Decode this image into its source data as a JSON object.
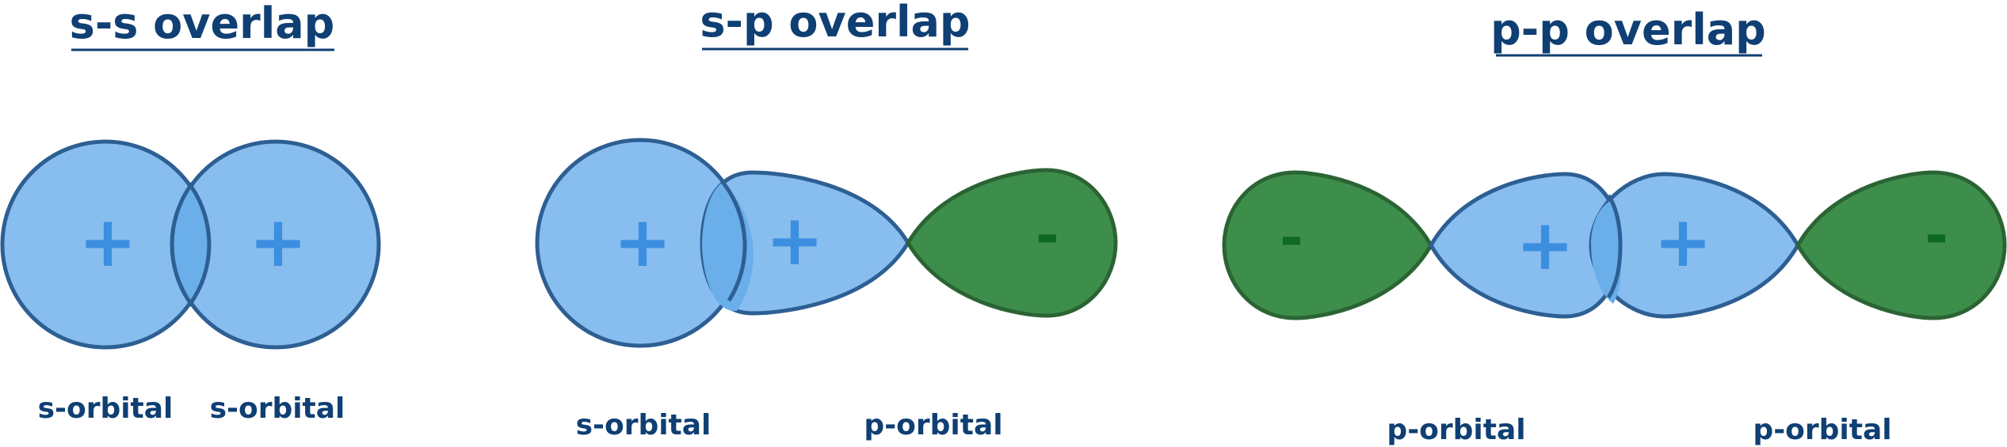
{
  "colors": {
    "text": "#0f3f73",
    "blue_fill": "#88bdef",
    "blue_stroke": "#2d5f93",
    "blue_overlap": "#6aaeea",
    "blue_sign": "#3c8fe0",
    "green_fill": "#3e8e4b",
    "green_stroke": "#2b6434",
    "green_sign": "#0f6a21"
  },
  "panels": [
    {
      "title": "s-s overlap",
      "signs": [
        "+",
        "+"
      ],
      "labels": [
        "s-orbital",
        "s-orbital"
      ]
    },
    {
      "title": "s-p overlap",
      "signs": [
        "+",
        "+",
        "-"
      ],
      "labels": [
        "s-orbital",
        "p-orbital"
      ]
    },
    {
      "title": "p-p overlap",
      "signs": [
        "-",
        "+",
        "+",
        "-"
      ],
      "labels": [
        "p-orbital",
        "p-orbital"
      ]
    }
  ]
}
